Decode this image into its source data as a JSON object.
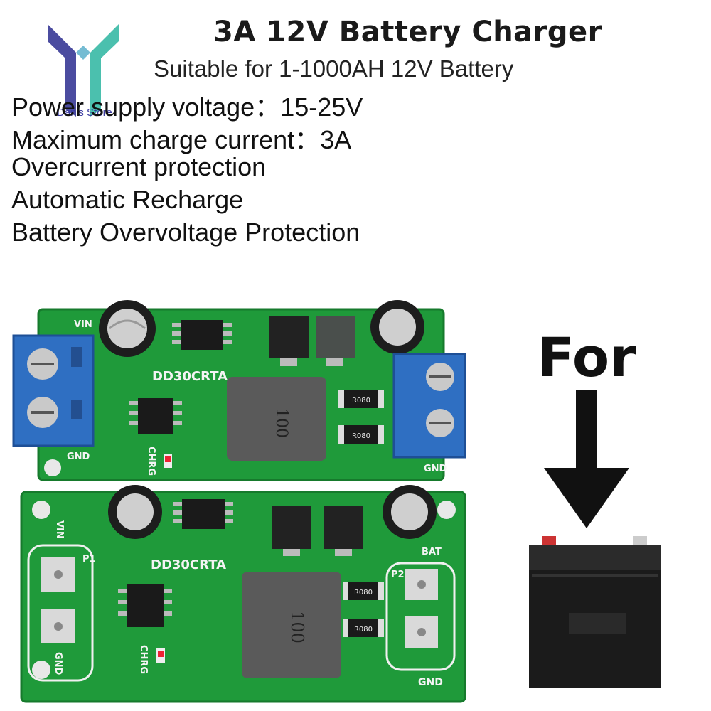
{
  "title": "3A 12V Battery Charger",
  "subtitle": "Suitable for 1-1000AH 12V Battery",
  "specs": [
    "Power supply voltage：15-25V",
    "Maximum charge current：3A",
    "Overcurrent protection",
    "Automatic Recharge",
    "Battery Overvoltage Protection"
  ],
  "watermark": {
    "store_name": "Dan's Store",
    "logo_icon": "store-logo-icon"
  },
  "for_label": "For",
  "arrow_icon": "down-arrow-icon",
  "battery_icon": "battery-icon",
  "board_top": {
    "model": "DD30CRTA",
    "inductor": "100",
    "resistor1": "R080",
    "resistor2": "R080",
    "label_in": "VIN",
    "label_gnd_left": "GND",
    "label_chrg": "CHRG",
    "label_gnd_right": "GND"
  },
  "board_bottom": {
    "model": "DD30CRTA",
    "inductor": "100",
    "resistor1": "R080",
    "resistor2": "R080",
    "label_in": "VIN",
    "label_p1": "P1",
    "label_p2": "P2",
    "label_bat": "BAT",
    "label_gnd_left": "GND",
    "label_chrg": "CHRG",
    "label_gnd_right": "GND"
  },
  "colors": {
    "pcb_green": "#1f9a3a",
    "terminal_blue": "#2f6fc2",
    "inductor_gray": "#5a5a5a",
    "battery_black": "#1b1b1b"
  }
}
